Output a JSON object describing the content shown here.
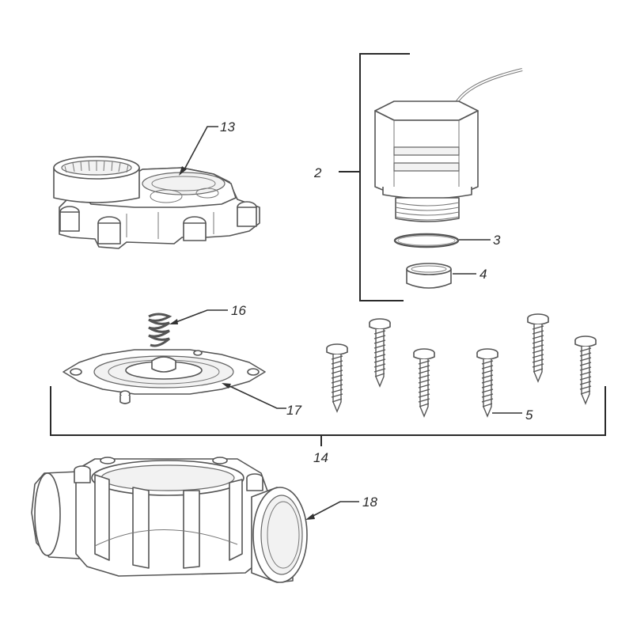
{
  "callouts": {
    "c2": "2",
    "c3": "3",
    "c4": "4",
    "c5": "5",
    "c13": "13",
    "c14": "14",
    "c16": "16",
    "c17": "17",
    "c18": "18"
  }
}
